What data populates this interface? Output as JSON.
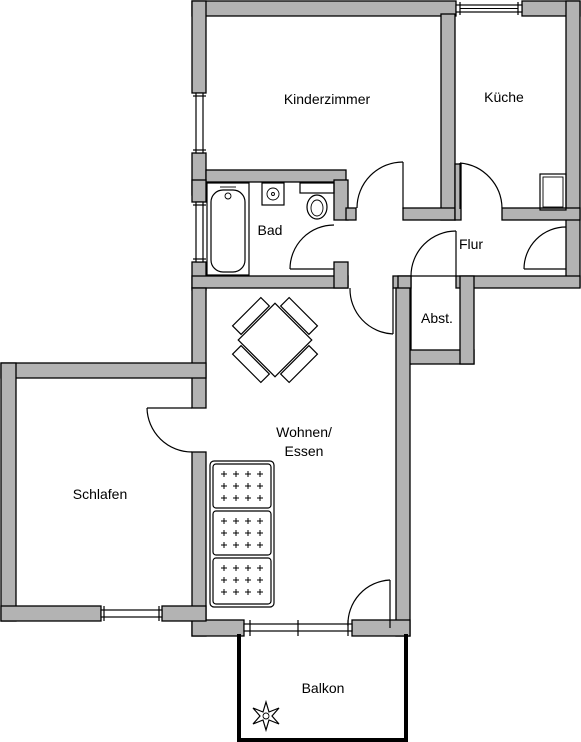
{
  "rooms": {
    "kinderzimmer": "Kinderzimmer",
    "kueche": "Küche",
    "bad": "Bad",
    "flur": "Flur",
    "abst": "Abst.",
    "wohnen_line1": "Wohnen/",
    "wohnen_line2": "Essen",
    "schlafen": "Schlafen",
    "balkon": "Balkon"
  },
  "colors": {
    "wall": "#b3b3b3",
    "line": "#000000",
    "background": "#ffffff"
  }
}
